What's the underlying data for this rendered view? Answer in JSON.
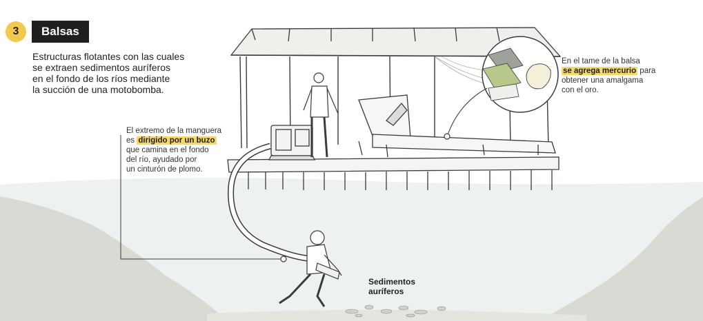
{
  "step": {
    "number": "3",
    "title": "Balsas"
  },
  "intro": {
    "line1": "Estructuras flotantes con las cuales",
    "line2": "se extraen sedimentos auríferos",
    "line3": "en el fondo de los ríos mediante",
    "line4": "la succión de una motobomba."
  },
  "hose_note": {
    "line1": "El extremo de la manguera",
    "line2_prefix": "es ",
    "highlight": "dirigido por un buzo",
    "line3": "que camina en el fondo",
    "line4": "del río, ayudado por",
    "line5": "un cinturón de plomo."
  },
  "mercury_note": {
    "line1": "En el tame de la balsa",
    "highlight": "se agrega mercurio",
    "line2_suffix": " para",
    "line3": "obtener una amalgama",
    "line4": "con el oro."
  },
  "sediment_label": {
    "line1": "Sedimentos",
    "line2": "auríferos"
  },
  "colors": {
    "badge": "#f2c94c",
    "title_bg": "#1f1f1f",
    "highlight": "#f7d866",
    "water": "#edf1f0",
    "riverbank": "#d8dbd3",
    "line": "#3a3a3a",
    "mesh_green": "#b7c98a"
  },
  "icons": {
    "raft": "floating-raft-illustration",
    "pump": "motor-pump-icon",
    "diver": "diver-illustration",
    "sluice": "sluice-box-icon",
    "mercury": "mercury-amalgam-icon"
  }
}
